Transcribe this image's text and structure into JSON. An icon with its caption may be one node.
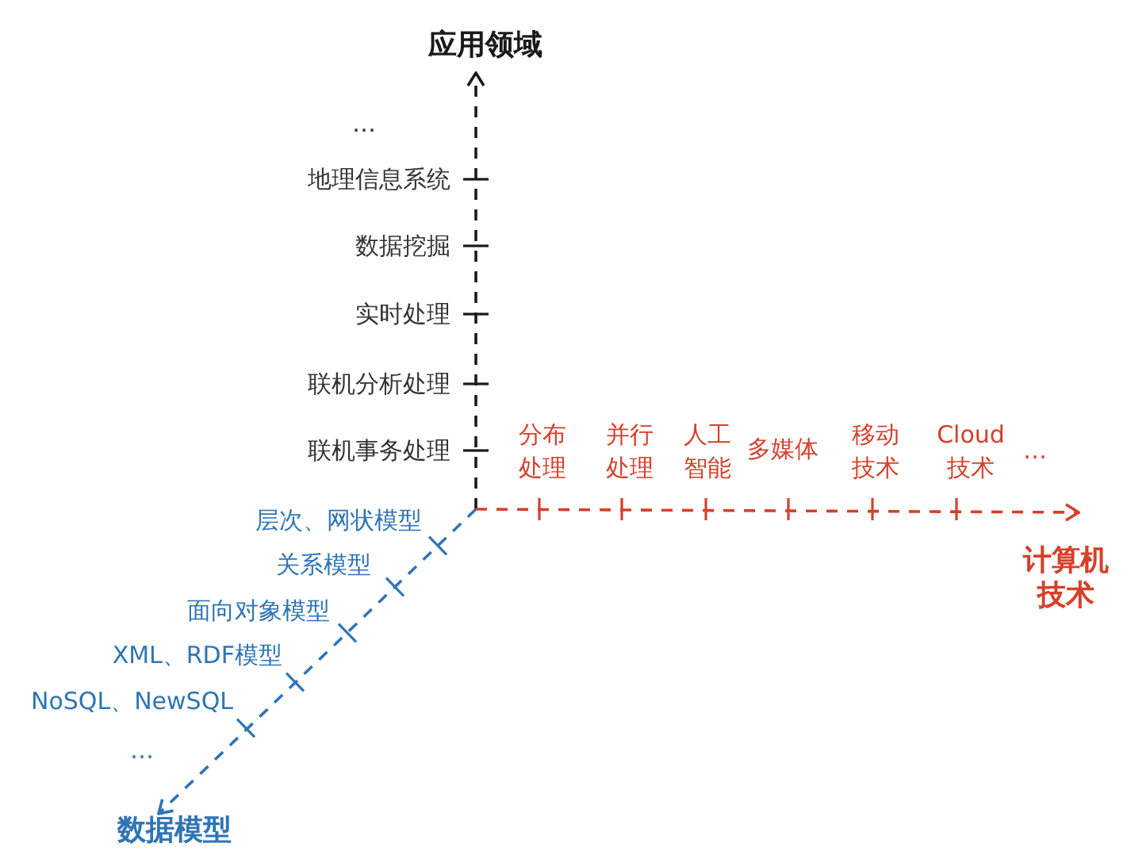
{
  "diagram": {
    "nodes": [
      {
        "text": [
          "应用领域"
        ]
      },
      {
        "text": [
          "计算机技术"
        ]
      },
      {
        "text": [
          "数据模型"
        ]
      }
    ],
    "edges": [
      {
        "from": null,
        "to": 0,
        "arrow": "to",
        "style": "dashed",
        "color": "#1a1a1a"
      },
      {
        "from": null,
        "to": 1,
        "arrow": "to",
        "style": "dashed",
        "color": "#d6402a"
      },
      {
        "from": null,
        "to": 2,
        "arrow": "to",
        "style": "dashed",
        "color": "#2e75b6"
      }
    ],
    "labels": [
      "…",
      "地理信息系统",
      "数据挖掘",
      "实时处理",
      "联机分析处理",
      "联机事务处理",
      "分布处理",
      "并行处理",
      "人工智能",
      "多媒体",
      "移动技术",
      "Cloud技术",
      "…",
      "层次、网状模型",
      "关系模型",
      "面向对象模型",
      "XML、RDF模型",
      "NoSQL、NewSQL",
      "…"
    ]
  }
}
